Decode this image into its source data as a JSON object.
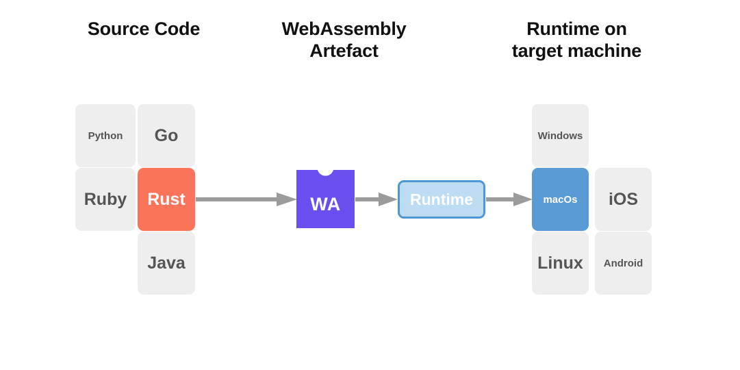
{
  "diagram": {
    "title": "WebAssembly compilation and execution pipeline",
    "background": "#ffffff",
    "colors": {
      "tile_default_bg": "#eeeeee",
      "tile_default_text": "#555555",
      "rust_accent": "#f97459",
      "macos_accent": "#5b9bd5",
      "wasm_purple": "#6a4fee",
      "runtime_fill": "#bddcf2",
      "runtime_border": "#4e97d4",
      "arrow": "#9b9b9b",
      "heading_text": "#111111"
    }
  },
  "headings": {
    "source": "Source Code",
    "artefact": "WebAssembly\nArtefact",
    "runtime": "Runtime on\ntarget machine"
  },
  "source_code": {
    "tiles": [
      {
        "label": "Python",
        "size": "small",
        "accent": "none"
      },
      {
        "label": "Go",
        "size": "big",
        "accent": "none"
      },
      {
        "label": "Ruby",
        "size": "big",
        "accent": "none"
      },
      {
        "label": "Rust",
        "size": "big",
        "accent": "orange"
      },
      {
        "label": "Java",
        "size": "big",
        "accent": "none"
      }
    ]
  },
  "artefact": {
    "label": "WA",
    "icon": "puzzle-piece-icon"
  },
  "runtime": {
    "label": "Runtime"
  },
  "targets": {
    "tiles": [
      {
        "label": "Windows",
        "size": "small",
        "accent": "none"
      },
      {
        "label": "macOs",
        "size": "small",
        "accent": "blue"
      },
      {
        "label": "iOS",
        "size": "big",
        "accent": "none"
      },
      {
        "label": "Linux",
        "size": "big",
        "accent": "none"
      },
      {
        "label": "Android",
        "size": "small",
        "accent": "none"
      }
    ]
  },
  "arrows": [
    {
      "name": "rust-to-wasm",
      "from": "Rust",
      "to": "WA"
    },
    {
      "name": "wasm-to-runtime",
      "from": "WA",
      "to": "Runtime"
    },
    {
      "name": "runtime-to-target",
      "from": "Runtime",
      "to": "macOs"
    }
  ]
}
